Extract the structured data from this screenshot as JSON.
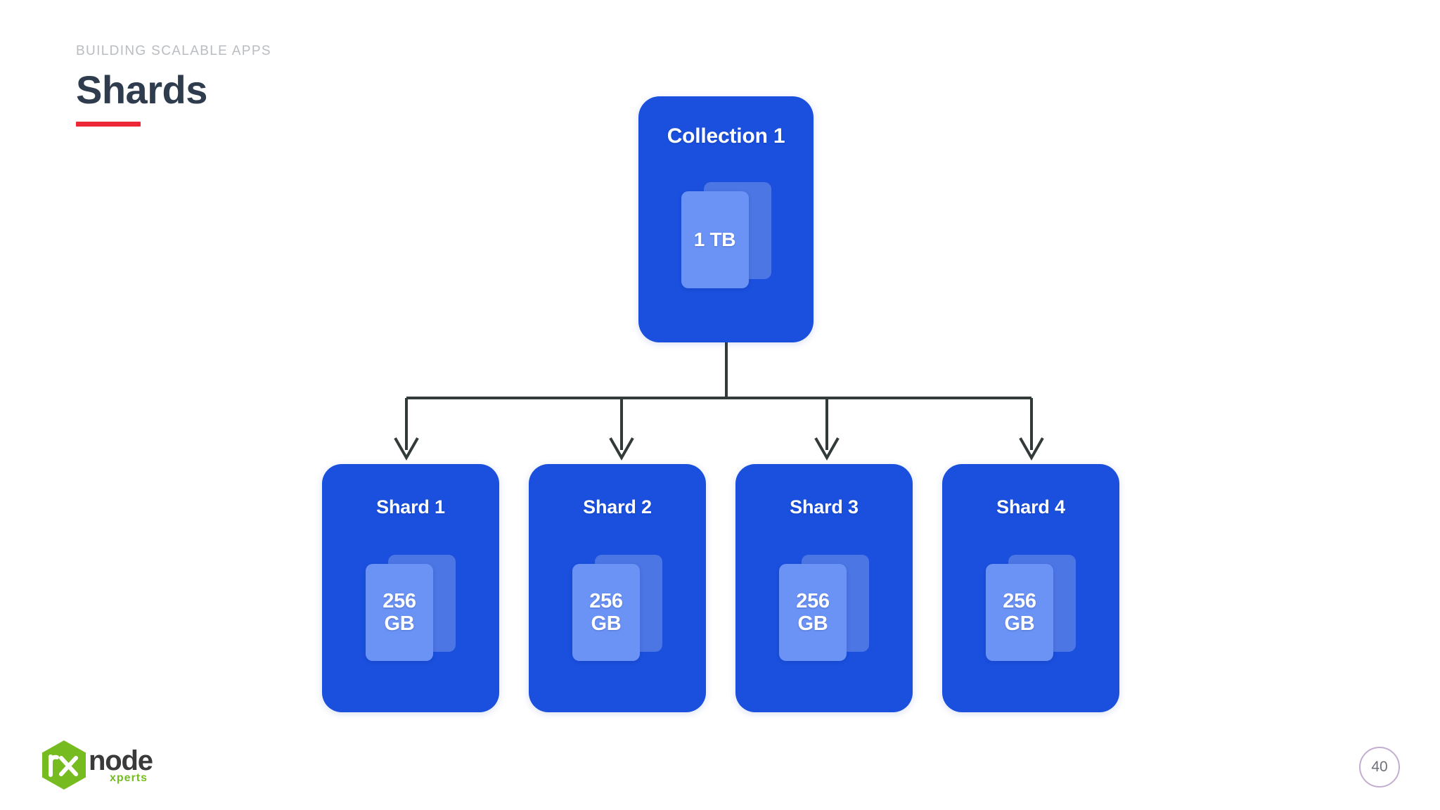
{
  "slide": {
    "eyebrow": "BUILDING SCALABLE APPS",
    "title": "Shards",
    "page_number": "40",
    "accent_rule_color": "#ee2737",
    "title_color": "#2e3c4d",
    "eyebrow_color": "#b9bcc0",
    "background_color": "#ffffff"
  },
  "diagram": {
    "type": "tree",
    "node_color": "#1a50dd",
    "document_color": "#6b93f5",
    "connector_color": "#333b3a",
    "root": {
      "label": "Collection 1",
      "value": "1 TB",
      "doc_icon": "document-stack-icon"
    },
    "children": [
      {
        "label": "Shard 1",
        "value": "256\nGB",
        "doc_icon": "document-stack-icon"
      },
      {
        "label": "Shard 2",
        "value": "256\nGB",
        "doc_icon": "document-stack-icon"
      },
      {
        "label": "Shard 3",
        "value": "256\nGB",
        "doc_icon": "document-stack-icon"
      },
      {
        "label": "Shard 4",
        "value": "256\nGB",
        "doc_icon": "document-stack-icon"
      }
    ]
  },
  "footer": {
    "logo_primary": "node",
    "logo_secondary": "xperts",
    "logo_mark": "rx",
    "logo_hex_color": "#76bc21"
  }
}
